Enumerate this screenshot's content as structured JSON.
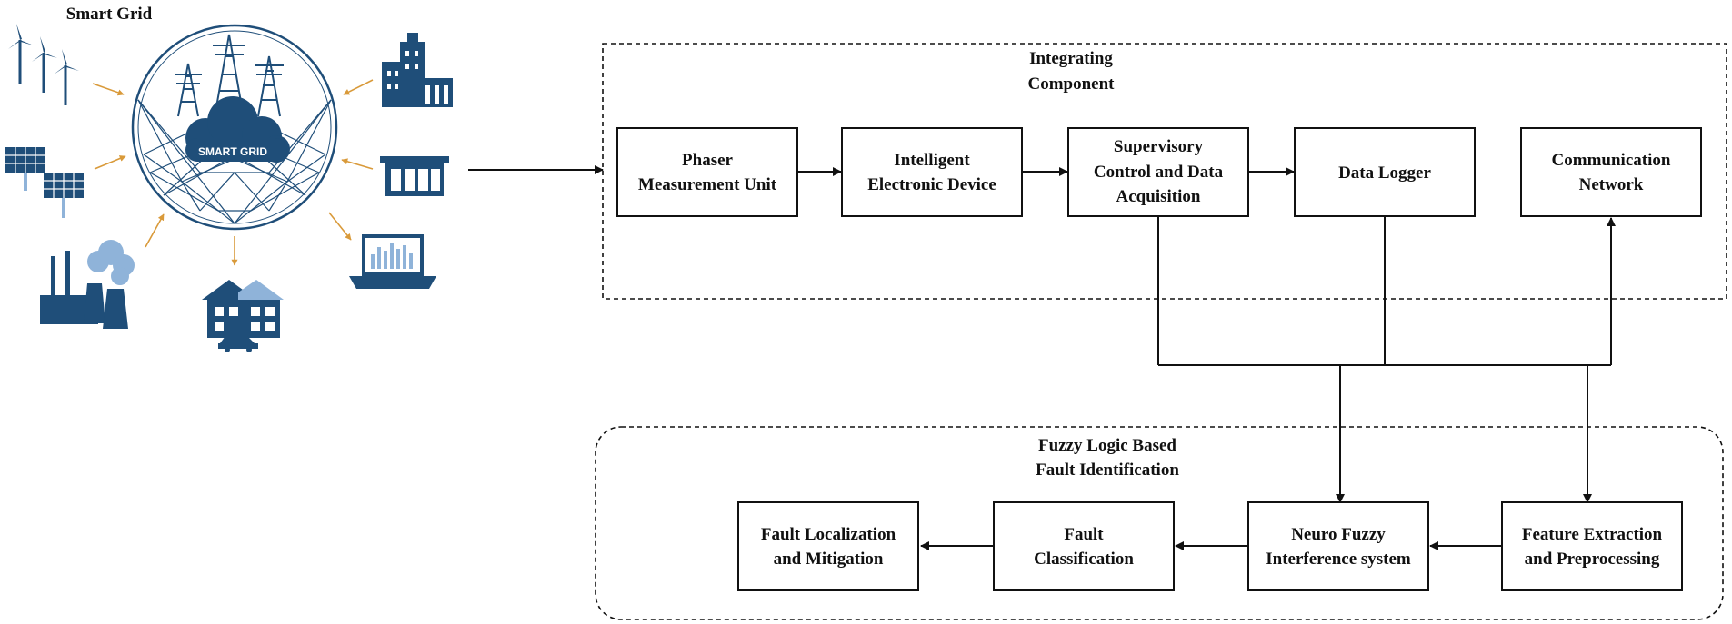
{
  "smart_grid": {
    "title": "Smart Grid",
    "cloud_label": "SMART GRID",
    "colors": {
      "icon": "#1f4e79",
      "icon_light": "#8fb3d9",
      "arrow": "#d99a3a"
    },
    "icons": [
      "wind-turbines-icon",
      "solar-panels-icon",
      "power-plant-icon",
      "house-ev-icon",
      "laptop-icon",
      "substation-icon",
      "buildings-icon",
      "transmission-towers-icon",
      "cloud-icon"
    ]
  },
  "integrating": {
    "title_line1": "Integrating",
    "title_line2": "Component",
    "pmu": {
      "line1": "Phaser",
      "line2": "Measurement Unit"
    },
    "ied": {
      "line1": "Intelligent",
      "line2": "Electronic Device"
    },
    "scada": {
      "line1": "Supervisory",
      "line2": "Control and Data",
      "line3": "Acquisition"
    },
    "logger": {
      "line1": "Data Logger"
    },
    "comm": {
      "line1": "Communication",
      "line2": "Network"
    }
  },
  "fuzzy": {
    "title_line1": "Fuzzy Logic Based",
    "title_line2": "Fault Identification",
    "feature": {
      "line1": "Feature Extraction",
      "line2": "and Preprocessing"
    },
    "neuro": {
      "line1": "Neuro Fuzzy",
      "line2": "Interference system"
    },
    "classification": {
      "line1": "Fault",
      "line2": "Classification"
    },
    "localization": {
      "line1": "Fault Localization",
      "line2": "and Mitigation"
    }
  }
}
